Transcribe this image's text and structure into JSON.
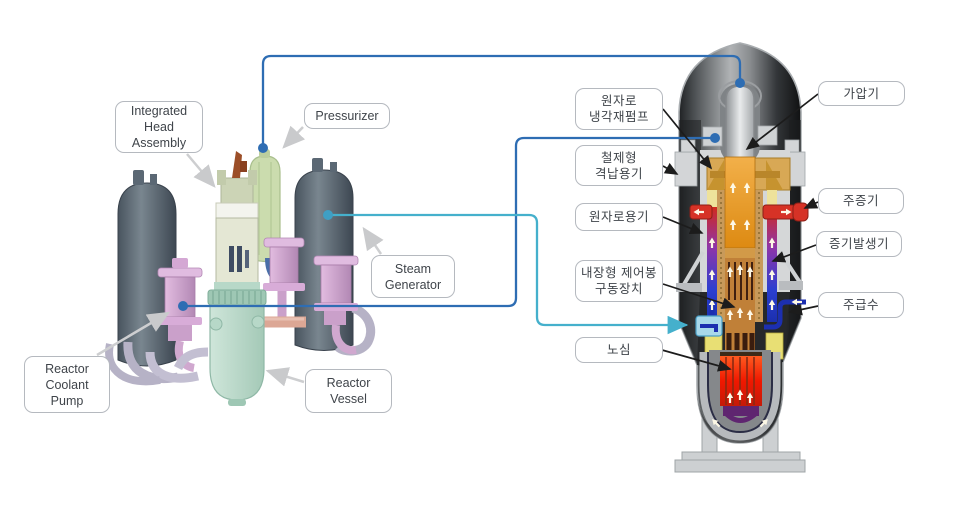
{
  "figure": {
    "left_model_labels": {
      "iha": "Integrated\nHead\nAssembly",
      "pressurizer": "Pressurizer",
      "steam_generator": "Steam\nGenerator",
      "reactor_coolant_pump": "Reactor\nCoolant\nPump",
      "reactor_vessel": "Reactor\nVessel"
    },
    "cutaway_labels": {
      "coolant_pump": "원자로\n냉각재펌프",
      "containment": "철제형\n격납용기",
      "reactor_vessel": "원자로용기",
      "crdm": "내장형 제어봉\n구동장치",
      "core": "노심",
      "pressurizer": "가압기",
      "main_steam": "주증기",
      "steam_generator": "증기발생기",
      "feedwater": "주급수"
    },
    "colors": {
      "connector_blue": "#2e6db3",
      "connector_teal": "#45b0cc",
      "pointer_black": "#1c1c1c",
      "label_border": "#b5b9bf",
      "label_text": "#3f444a",
      "hot_leg_orange": "#e8941f",
      "steam_red": "#d63226",
      "feedwater_blue": "#1c2fb0",
      "core_red": "#f01800"
    }
  }
}
